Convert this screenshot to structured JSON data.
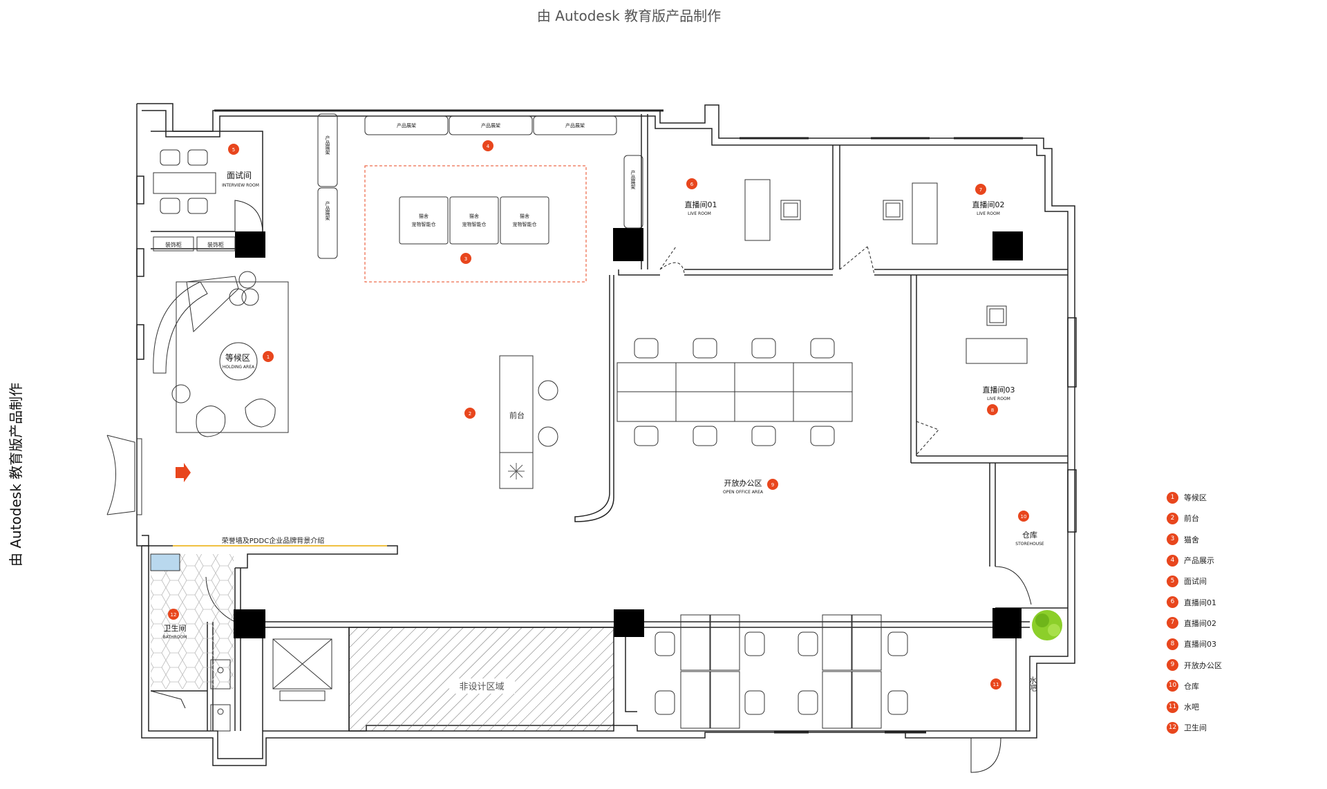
{
  "watermark_top": "由 Autodesk 教育版产品制作",
  "watermark_left": "由 Autodesk 教育版产品制作",
  "accent_color": "#e8461d",
  "rooms": {
    "interview": {
      "cn": "面试间",
      "en": "INTERVIEW ROOM",
      "num": "5"
    },
    "holding": {
      "cn": "等候区",
      "en": "HOLDING AREA",
      "num": "1"
    },
    "reception": {
      "cn": "前台",
      "num": "2"
    },
    "cattery_num": "3",
    "display_num": "4",
    "live01": {
      "cn": "直播间01",
      "en": "LIVE ROOM",
      "num": "6"
    },
    "live02": {
      "cn": "直播间02",
      "en": "LIVE ROOM",
      "num": "7"
    },
    "live03": {
      "cn": "直播间03",
      "en": "LIVE ROOM",
      "num": "8"
    },
    "office": {
      "cn": "开放办公区",
      "en": "OPEN OFFICE AREA",
      "num": "9"
    },
    "storehouse": {
      "cn": "仓库",
      "en": "STOREHOUSE",
      "num": "10"
    },
    "water_bar": {
      "cn": "水吧",
      "num": "11"
    },
    "bathroom": {
      "cn": "卫生间",
      "en": "BATHROOM",
      "num": "12"
    },
    "non_design": "非设计区域",
    "honor_wall": "荣誉墙及PDDC企业品牌背景介绍"
  },
  "fixtures": {
    "product_shelf": "产品展架",
    "product_shelf_v": "产品展架",
    "cat_pod_l1": "猫舍",
    "cat_pod_l2": "宠物智能仓",
    "deco_cabinet": "装饰柜"
  },
  "legend": [
    {
      "num": "1",
      "label": "等候区"
    },
    {
      "num": "2",
      "label": "前台"
    },
    {
      "num": "3",
      "label": "猫舍"
    },
    {
      "num": "4",
      "label": "产品展示"
    },
    {
      "num": "5",
      "label": "面试间"
    },
    {
      "num": "6",
      "label": "直播间01"
    },
    {
      "num": "7",
      "label": "直播间02"
    },
    {
      "num": "8",
      "label": "直播间03"
    },
    {
      "num": "9",
      "label": "开放办公区"
    },
    {
      "num": "10",
      "label": "仓库"
    },
    {
      "num": "11",
      "label": "水吧"
    },
    {
      "num": "12",
      "label": "卫生间"
    }
  ]
}
